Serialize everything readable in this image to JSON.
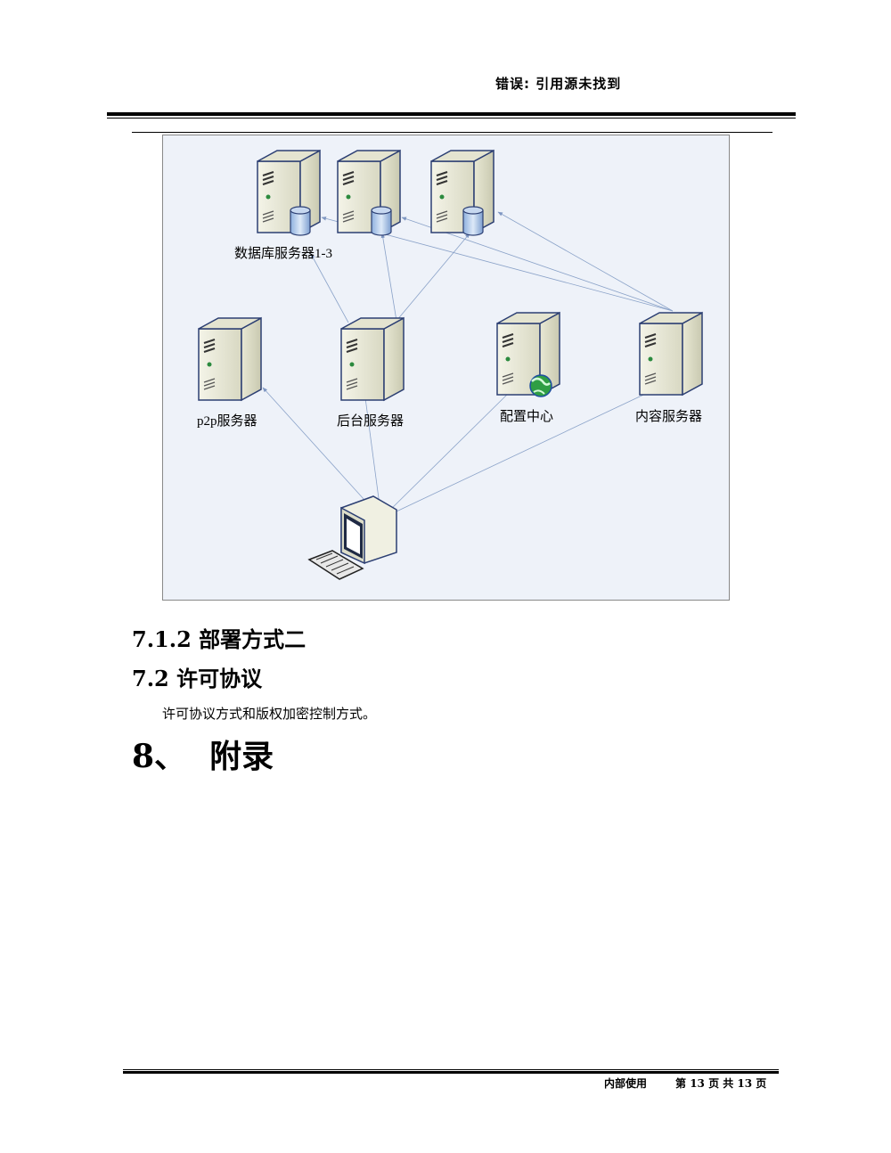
{
  "header": {
    "title": "错误: 引用源未找到"
  },
  "diagram": {
    "labels": {
      "db_servers": "数据库服务器1-3",
      "p2p_server": "p2p服务器",
      "backend_server": "后台服务器",
      "config_center": "配置中心",
      "content_server": "内容服务器"
    },
    "colors": {
      "background": "#eef2f9",
      "arrow": "#8aa2c8"
    }
  },
  "headings": {
    "h712": "7.1.2 部署方式二",
    "h72": "7.2 许可协议",
    "h8_num": "8、",
    "h8_text": "附录"
  },
  "body": {
    "para": "许可协议方式和版权加密控制方式。"
  },
  "footer": {
    "internal": "内部使用",
    "page": "第 13 页 共 13 页"
  }
}
